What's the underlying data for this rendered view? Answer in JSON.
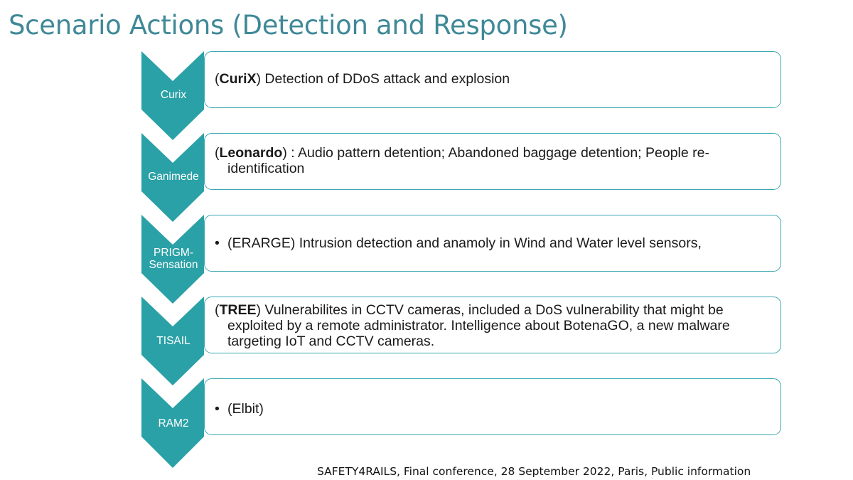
{
  "title": "Scenario Actions (Detection and Response)",
  "footer": "SAFETY4RAILS, Final conference, 28 September 2022, Paris, Public information",
  "colors": {
    "accent": "#2aa1a6",
    "title": "#3f8997",
    "box_border": "#3aa7b0"
  },
  "steps": [
    {
      "label": "Curix",
      "text": {
        "pre": "(",
        "bold": "CuriX",
        "post": ") Detection of DDoS attack and explosion"
      }
    },
    {
      "label": "Ganimede",
      "text": {
        "pre": "(",
        "bold": "Leonardo",
        "post": ") : Audio pattern detention; Abandoned baggage detention; People re-identification"
      }
    },
    {
      "label_line1": "PRIGM-",
      "label_line2": "Sensation",
      "text": {
        "bullet": "•",
        "body": "(ERARGE) Intrusion detection and anamoly in Wind and Water level sensors,"
      }
    },
    {
      "label": "TISAIL",
      "text": {
        "pre": "(",
        "bold": "TREE",
        "post": ") Vulnerabilites in CCTV cameras, included a DoS vulnerability that might be exploited by a remote administrator.  Intelligence about BotenaGO, a new malware targeting IoT and CCTV cameras."
      }
    },
    {
      "label": "RAM2",
      "text": {
        "bullet": "•",
        "body": "(Elbit)"
      }
    }
  ]
}
